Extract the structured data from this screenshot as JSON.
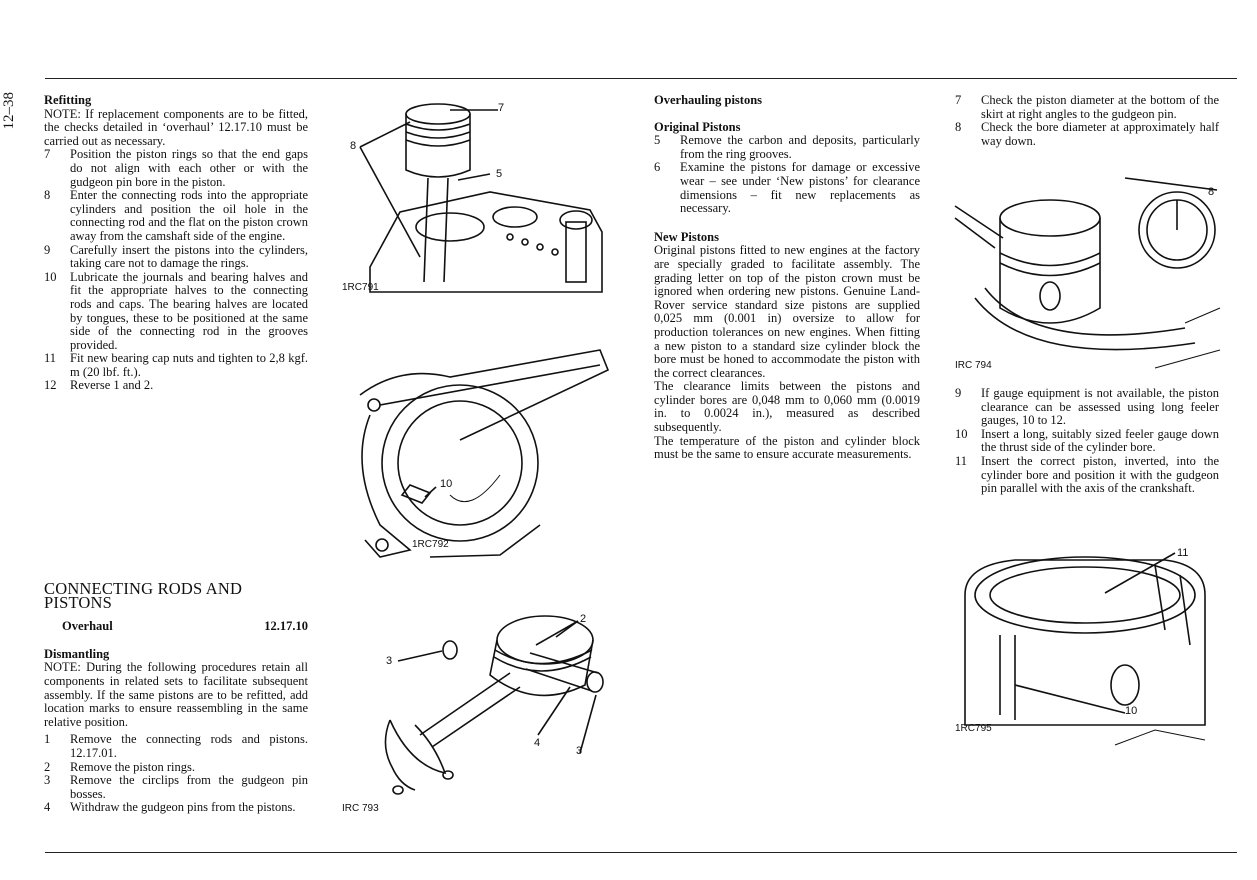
{
  "page": {
    "number": "12–38"
  },
  "col1": {
    "refitting_title": "Refitting",
    "note": "NOTE: If replacement components are to be fitted, the checks detailed in ‘overhaul’ 12.17.10 must be carried out as necessary.",
    "steps": [
      {
        "n": "7",
        "t": "Position the piston rings so that the end gaps do not align with each other or with the gudgeon pin bore in the piston."
      },
      {
        "n": "8",
        "t": "Enter the connecting rods into the appropriate cylinders and position the oil hole in the connecting rod and the flat on the piston crown away from the camshaft side of the engine."
      },
      {
        "n": "9",
        "t": "Carefully insert the pistons into the cylinders, taking care not to damage the rings."
      },
      {
        "n": "10",
        "t": "Lubricate the journals and bearing halves and fit the appropriate halves to the connecting rods and caps. The bearing halves are located by tongues, these to be positioned at the same side of the connecting rod in the grooves provided."
      },
      {
        "n": "11",
        "t": "Fit new bearing cap nuts and tighten to 2,8 kgf. m (20 lbf. ft.)."
      },
      {
        "n": "12",
        "t": "Reverse 1 and 2."
      }
    ],
    "section_title": "CONNECTING RODS AND PISTONS",
    "overhaul_label": "Overhaul",
    "overhaul_code": "12.17.10",
    "dismantling_title": "Dismantling",
    "dismantling_note": "NOTE: During the following procedures retain all components in related sets to facilitate subsequent assembly. If the same pistons are to be refitted, add location marks to ensure reassembling in the same relative position.",
    "dismantling_steps": [
      {
        "n": "1",
        "t": "Remove the connecting rods and pistons. 12.17.01."
      },
      {
        "n": "2",
        "t": "Remove the piston rings."
      },
      {
        "n": "3",
        "t": "Remove the circlips from the gudgeon pin bosses."
      },
      {
        "n": "4",
        "t": "Withdraw the gudgeon pins from the pistons."
      }
    ]
  },
  "figures": {
    "f791": {
      "label": "1RC791",
      "callouts": [
        "7",
        "8",
        "5"
      ]
    },
    "f792": {
      "label": "1RC792",
      "callouts": [
        "10"
      ]
    },
    "f793": {
      "label": "IRC 793",
      "callouts": [
        "2",
        "3",
        "4",
        "3"
      ]
    },
    "f794": {
      "label": "IRC 794",
      "callouts": [
        "8"
      ]
    },
    "f795": {
      "label": "1RC795",
      "callouts": [
        "11",
        "10"
      ]
    }
  },
  "col3": {
    "overhauling_title": "Overhauling pistons",
    "original_title": "Original Pistons",
    "original_steps": [
      {
        "n": "5",
        "t": "Remove the carbon and deposits, particularly from the ring grooves."
      },
      {
        "n": "6",
        "t": "Examine the pistons for damage or excessive wear – see under ‘New pistons’ for clearance dimensions – fit new replacements as necessary."
      }
    ],
    "new_title": "New Pistons",
    "new_p1": "Original pistons fitted to new engines at the factory are specially graded to facilitate assembly. The grading letter on top of the piston crown must be ignored when ordering new pistons. Genuine Land-Rover service standard size pistons are supplied 0,025 mm (0.001 in) oversize to allow for production tolerances on new engines. When fitting a new piston to a standard size cylinder block the bore must be honed to accommodate the piston with the correct clearances.",
    "new_p2": "The clearance limits between the pistons and cylinder bores are 0,048 mm to 0,060 mm (0.0019 in. to 0.0024 in.), measured as described subsequently.",
    "new_p3": "The temperature of the piston and cylinder block must be the same to ensure accurate measurements."
  },
  "col4": {
    "steps_top": [
      {
        "n": "7",
        "t": "Check the piston diameter at the bottom of the skirt at right angles to the gudgeon pin."
      },
      {
        "n": "8",
        "t": "Check the bore diameter at approximately half way down."
      }
    ],
    "steps_mid": [
      {
        "n": "9",
        "t": "If gauge equipment is not available, the piston clearance can be assessed using long feeler gauges, 10 to 12."
      },
      {
        "n": "10",
        "t": "Insert a long, suitably sized feeler gauge down the thrust side of the cylinder bore."
      },
      {
        "n": "11",
        "t": "Insert the correct piston, inverted, into the cylinder bore and position it with the gudgeon pin parallel with the axis of the crankshaft."
      }
    ]
  }
}
